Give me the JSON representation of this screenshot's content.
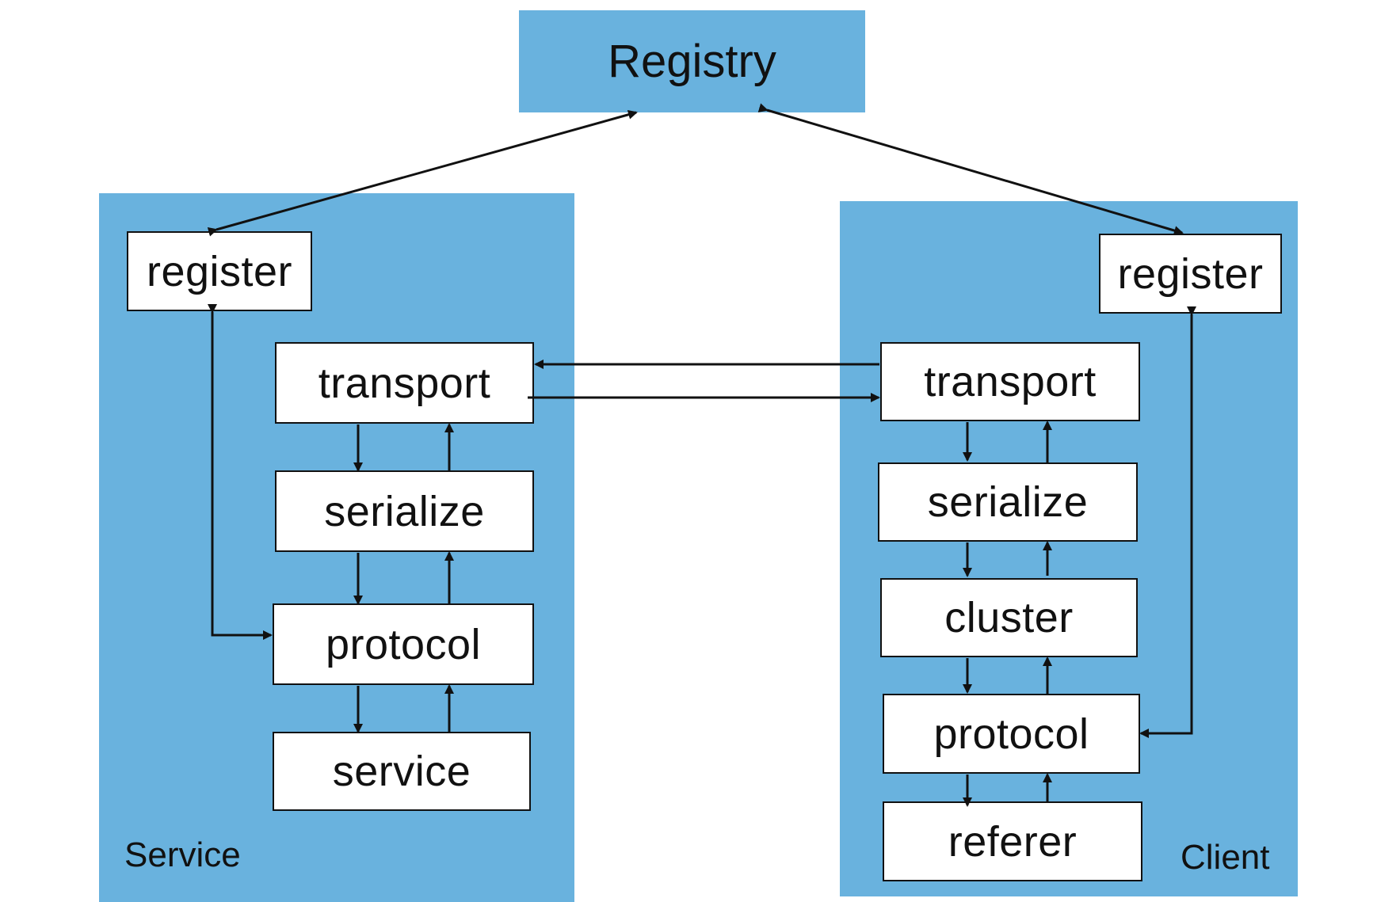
{
  "registry": {
    "label": "Registry"
  },
  "service": {
    "group_label": "Service",
    "register": "register",
    "transport": "transport",
    "serialize": "serialize",
    "protocol": "protocol",
    "service": "service"
  },
  "client": {
    "group_label": "Client",
    "register": "register",
    "transport": "transport",
    "serialize": "serialize",
    "cluster": "cluster",
    "protocol": "protocol",
    "referer": "referer"
  },
  "colors": {
    "panel_fill": "#69b2de",
    "box_fill": "#ffffff",
    "line": "#111111"
  }
}
